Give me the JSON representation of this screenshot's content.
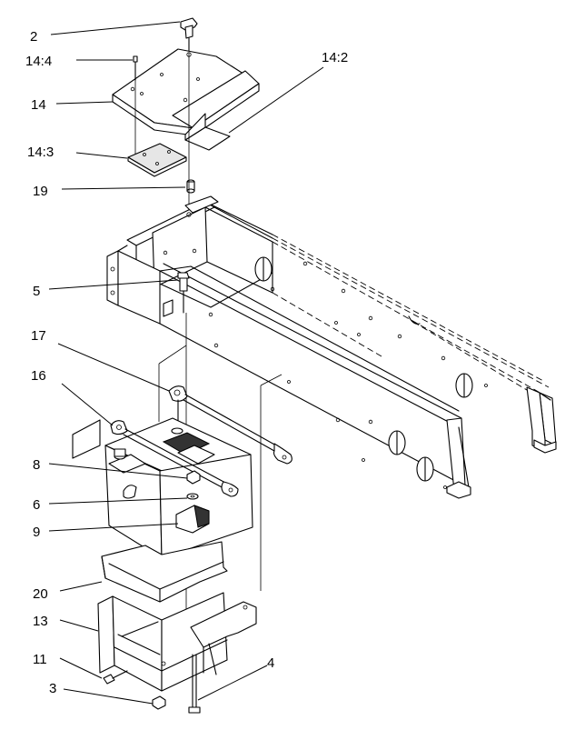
{
  "callouts": [
    {
      "id": "2",
      "label": "2"
    },
    {
      "id": "14-4",
      "label": "14:4"
    },
    {
      "id": "14-2",
      "label": "14:2"
    },
    {
      "id": "14",
      "label": "14"
    },
    {
      "id": "14-3",
      "label": "14:3"
    },
    {
      "id": "19",
      "label": "19"
    },
    {
      "id": "5",
      "label": "5"
    },
    {
      "id": "17",
      "label": "17"
    },
    {
      "id": "16",
      "label": "16"
    },
    {
      "id": "8",
      "label": "8"
    },
    {
      "id": "6",
      "label": "6"
    },
    {
      "id": "9",
      "label": "9"
    },
    {
      "id": "20",
      "label": "20"
    },
    {
      "id": "13",
      "label": "13"
    },
    {
      "id": "11",
      "label": "11"
    },
    {
      "id": "4",
      "label": "4"
    },
    {
      "id": "3",
      "label": "3"
    }
  ]
}
